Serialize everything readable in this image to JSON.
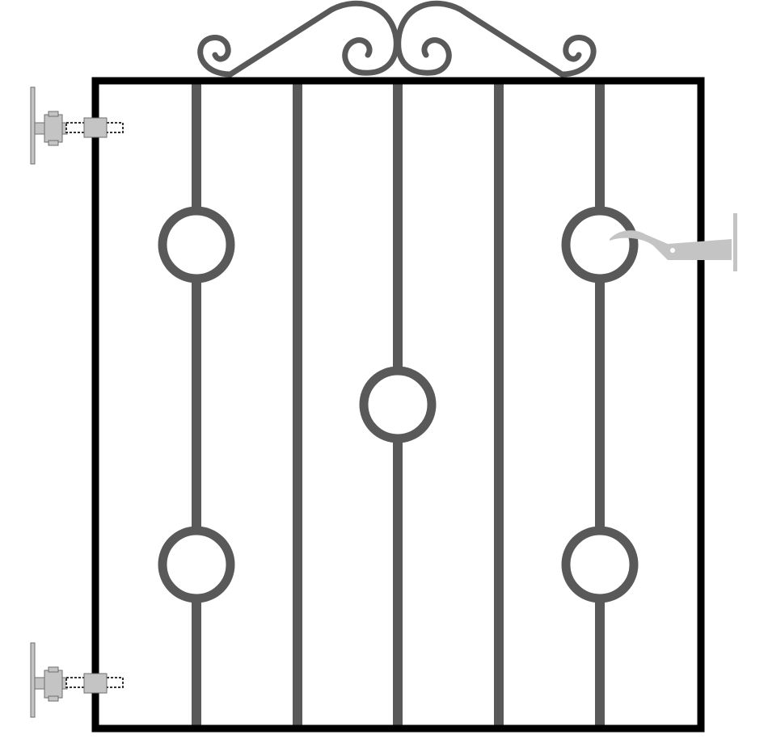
{
  "diagram": {
    "subject": "gate",
    "colors": {
      "background": "#ffffff",
      "frame": "#000000",
      "bars": "#595959",
      "hardware": "#c4c4c4",
      "hardware_outline": "#6e6e6e",
      "thread": "#333333"
    },
    "components": {
      "frame": "frame",
      "scroll_top": "scroll-top",
      "vertical_bars": 5,
      "ring_ornaments": 5,
      "hinge_pins": 2,
      "latch": "latch"
    }
  }
}
